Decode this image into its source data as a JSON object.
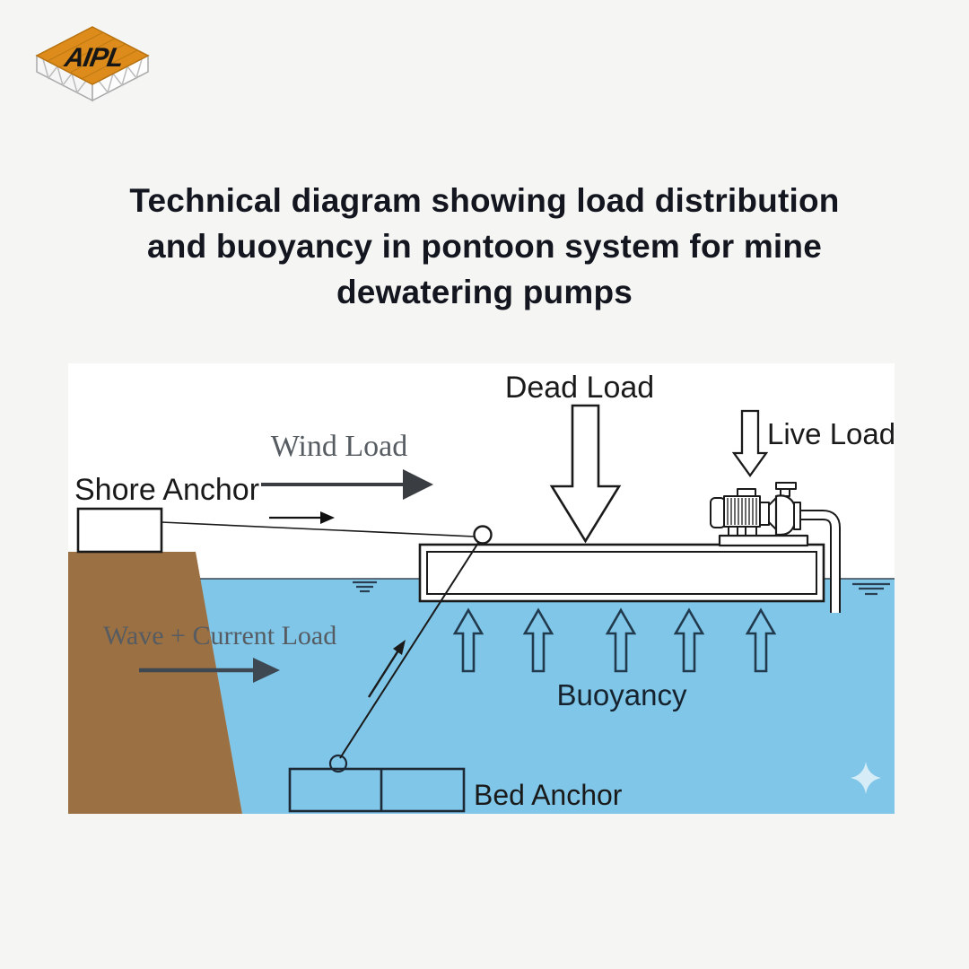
{
  "logo": {
    "text": "AIPL"
  },
  "title": {
    "lines": [
      "Technical diagram showing load distribution",
      "and buoyancy in pontoon system for mine",
      "dewatering pumps"
    ]
  },
  "diagram": {
    "labels": {
      "dead_load": "Dead Load",
      "live_load": "Live Load",
      "wind_load": "Wind Load",
      "shore_anchor": "Shore Anchor",
      "wave_current_load": "Wave + Current Load",
      "buoyancy": "Buoyancy",
      "bed_anchor": "Bed Anchor"
    },
    "colors": {
      "background": "#f5f5f4",
      "panel": "#ffffff",
      "water": "#7fc6e8",
      "bank": "#9b7043",
      "outline": "#1a1a1a",
      "buoyancy_outline": "#223a4d",
      "waterline": "#3a4750",
      "serif_label": "#565c62",
      "arrow_gray": "#3a3e42",
      "title_text": "#13161f",
      "logo_orange": "#dd8c1c",
      "sparkle": "#d6edf8"
    }
  }
}
